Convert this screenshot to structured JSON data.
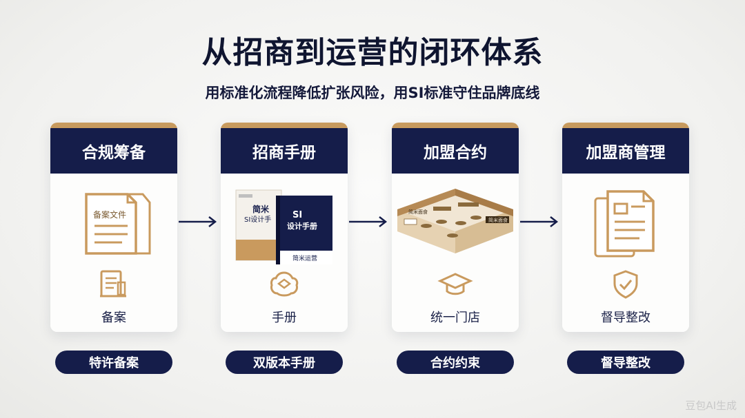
{
  "title": "从招商到运营的闭环体系",
  "subtitle": "用标准化流程降低扩张风险，用SI标准守住品牌底线",
  "steps": [
    {
      "header": "合规筹备",
      "doc_label": "备案文件",
      "icon": "form-document-icon",
      "caption": "备案",
      "pill": "特许备案"
    },
    {
      "header": "招商手册",
      "book_white_text": "简米",
      "book_white_subtext": "SI设计手",
      "book_blue_text": "SI",
      "book_blue_subtext": "设计手册",
      "book_blue_footer": "简米运营",
      "icon": "cloud-badge-icon",
      "caption": "手册",
      "pill": "双版本手册"
    },
    {
      "header": "加盟合约",
      "store_sign_left": "简米面食",
      "store_sign_right": "简米面食",
      "icon": "graduation-cap-icon",
      "caption": "统一门店",
      "pill": "合约约束"
    },
    {
      "header": "加盟商管理",
      "icon": "shield-check-icon",
      "caption": "督导整改",
      "pill": "督导整改"
    }
  ],
  "colors": {
    "navy": "#151d4a",
    "gold": "#c79a5e"
  },
  "watermark": "豆包AI生成"
}
